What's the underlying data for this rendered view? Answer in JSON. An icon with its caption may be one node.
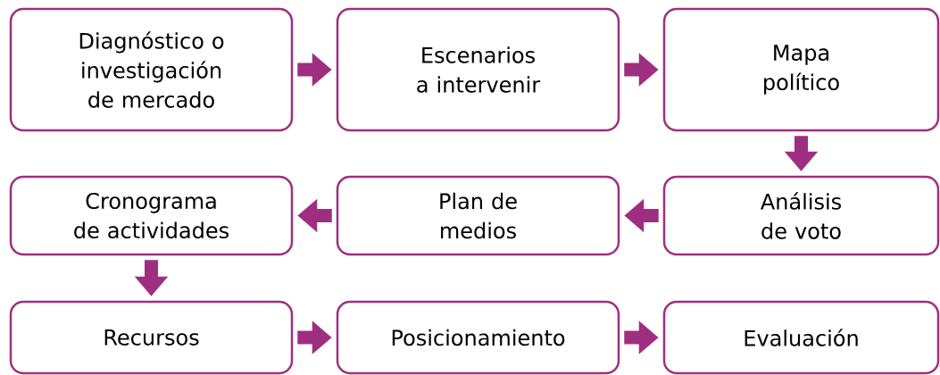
{
  "diagram": {
    "nodes": [
      {
        "text": [
          "Diagnóstico o investigación de mercado"
        ]
      },
      {
        "text": [
          "Escenarios a intervenir"
        ]
      },
      {
        "text": [
          "Mapa político"
        ]
      },
      {
        "text": [
          "Análisis de voto"
        ]
      },
      {
        "text": [
          "Plan de medios"
        ]
      },
      {
        "text": [
          "Cronograma de actividades"
        ]
      },
      {
        "text": [
          "Recursos"
        ]
      },
      {
        "text": [
          "Posicionamiento"
        ]
      },
      {
        "text": [
          "Evaluación"
        ]
      }
    ],
    "edges": [
      {
        "from": 0,
        "to": 1,
        "arrow": "to"
      },
      {
        "from": 1,
        "to": 2,
        "arrow": "to"
      },
      {
        "from": 2,
        "to": 3,
        "arrow": "to"
      },
      {
        "from": 3,
        "to": 4,
        "arrow": "to"
      },
      {
        "from": 4,
        "to": 5,
        "arrow": "to"
      },
      {
        "from": 5,
        "to": 6,
        "arrow": "to"
      },
      {
        "from": 6,
        "to": 7,
        "arrow": "to"
      },
      {
        "from": 7,
        "to": 8,
        "arrow": "to"
      }
    ]
  }
}
